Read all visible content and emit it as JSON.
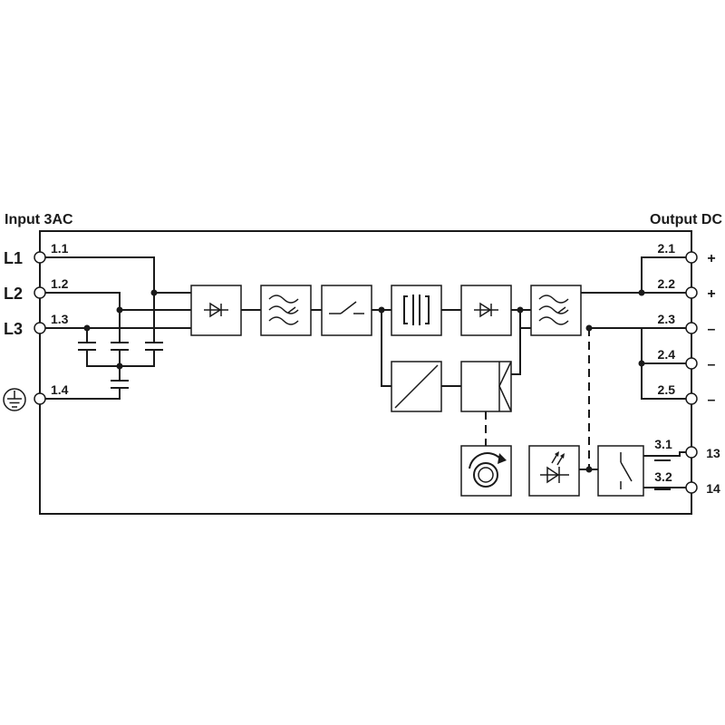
{
  "header": {
    "input_title": "Input 3AC",
    "output_title": "Output DC"
  },
  "input": {
    "phases": [
      {
        "phase": "L1",
        "pin": "1.1"
      },
      {
        "phase": "L2",
        "pin": "1.2"
      },
      {
        "phase": "L3",
        "pin": "1.3"
      }
    ],
    "ground_pin": "1.4",
    "ground_icon": "protective-earth-icon"
  },
  "output": {
    "terminals": [
      {
        "pin": "2.1",
        "polarity": "+"
      },
      {
        "pin": "2.2",
        "polarity": "+"
      },
      {
        "pin": "2.3",
        "polarity": "–"
      },
      {
        "pin": "2.4",
        "polarity": "–"
      },
      {
        "pin": "2.5",
        "polarity": "–"
      }
    ]
  },
  "relay": {
    "contacts": [
      {
        "pin": "3.1",
        "terminal": "13"
      },
      {
        "pin": "3.2",
        "terminal": "14"
      }
    ]
  },
  "blocks": {
    "icons": [
      "input-rectifier-icon",
      "input-filter-icon",
      "switch-icon",
      "transformer-icon",
      "output-rectifier-icon",
      "output-filter-icon",
      "dc-dc-converter-icon",
      "regulator-icon",
      "potentiometer-icon",
      "led-icon",
      "relay-switch-icon"
    ]
  }
}
